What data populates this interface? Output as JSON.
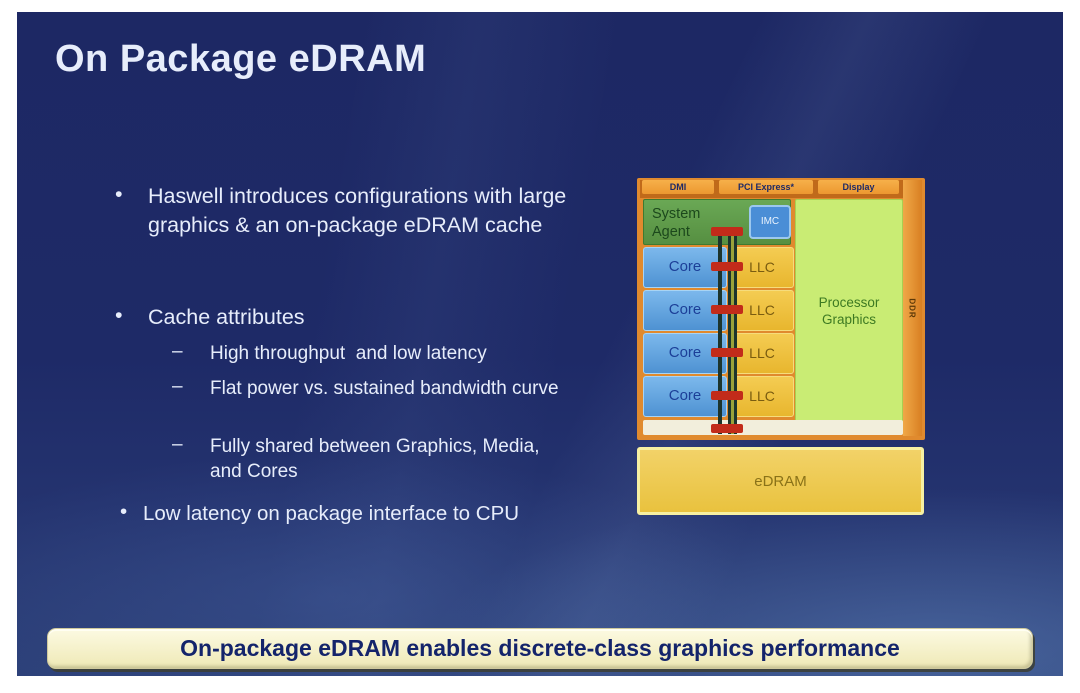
{
  "slide": {
    "title": "On Package eDRAM",
    "markers": {
      "bullet": "•",
      "dash": "–"
    },
    "bullets": {
      "haswell": "Haswell introduces configurations with large graphics & an on-package eDRAM cache",
      "cache_attributes": "Cache attributes",
      "sub_throughput": "High throughput  and low latency",
      "sub_flat_power": "Flat power vs. sustained bandwidth curve",
      "sub_fully_shared": "Fully shared between Graphics, Media, and Cores",
      "low_latency": "Low latency on package interface to CPU"
    },
    "banner": "On-package eDRAM enables discrete-class graphics performance"
  },
  "diagram": {
    "io_tabs": [
      "DMI",
      "PCI Express*",
      "Display"
    ],
    "system_agent": "System Agent",
    "imc": "IMC",
    "processor_graphics": "Processor Graphics",
    "core_rows": [
      {
        "core": "Core",
        "llc": "LLC"
      },
      {
        "core": "Core",
        "llc": "LLC"
      },
      {
        "core": "Core",
        "llc": "LLC"
      },
      {
        "core": "Core",
        "llc": "LLC"
      }
    ],
    "memory_strip": "DDR",
    "edram": "eDRAM"
  },
  "colors": {
    "slide_bg": "#1e2a66",
    "title_text": "#e7edfb",
    "body_text": "#e7edfb",
    "die_frame_orange": "#e08a2e",
    "io_tab_orange": "#f0a23c",
    "io_tab_text": "#1e2a66",
    "system_agent_green": "#5f9e4a",
    "imc_blue": "#4a8ed6",
    "core_blue": "#5b9bd8",
    "llc_gold": "#eec342",
    "processor_graphics_green": "#c9ec74",
    "ring_bus_dark": "#1c342c",
    "ring_stop_red": "#c22b1a",
    "edram_gold": "#eecb52",
    "banner_cream": "#f6f2ca",
    "banner_text": "#14246b"
  }
}
